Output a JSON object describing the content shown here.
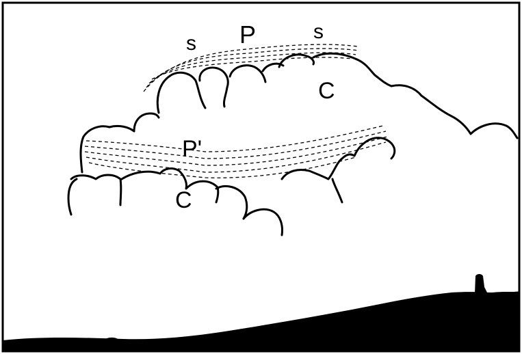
{
  "colors": {
    "ink": "#000000",
    "paper": "#ffffff"
  },
  "labels": {
    "s_left": "s",
    "p_top": "P",
    "s_right": "s",
    "c_upper": "C",
    "p_lower": "P'",
    "c_lower": "C"
  }
}
